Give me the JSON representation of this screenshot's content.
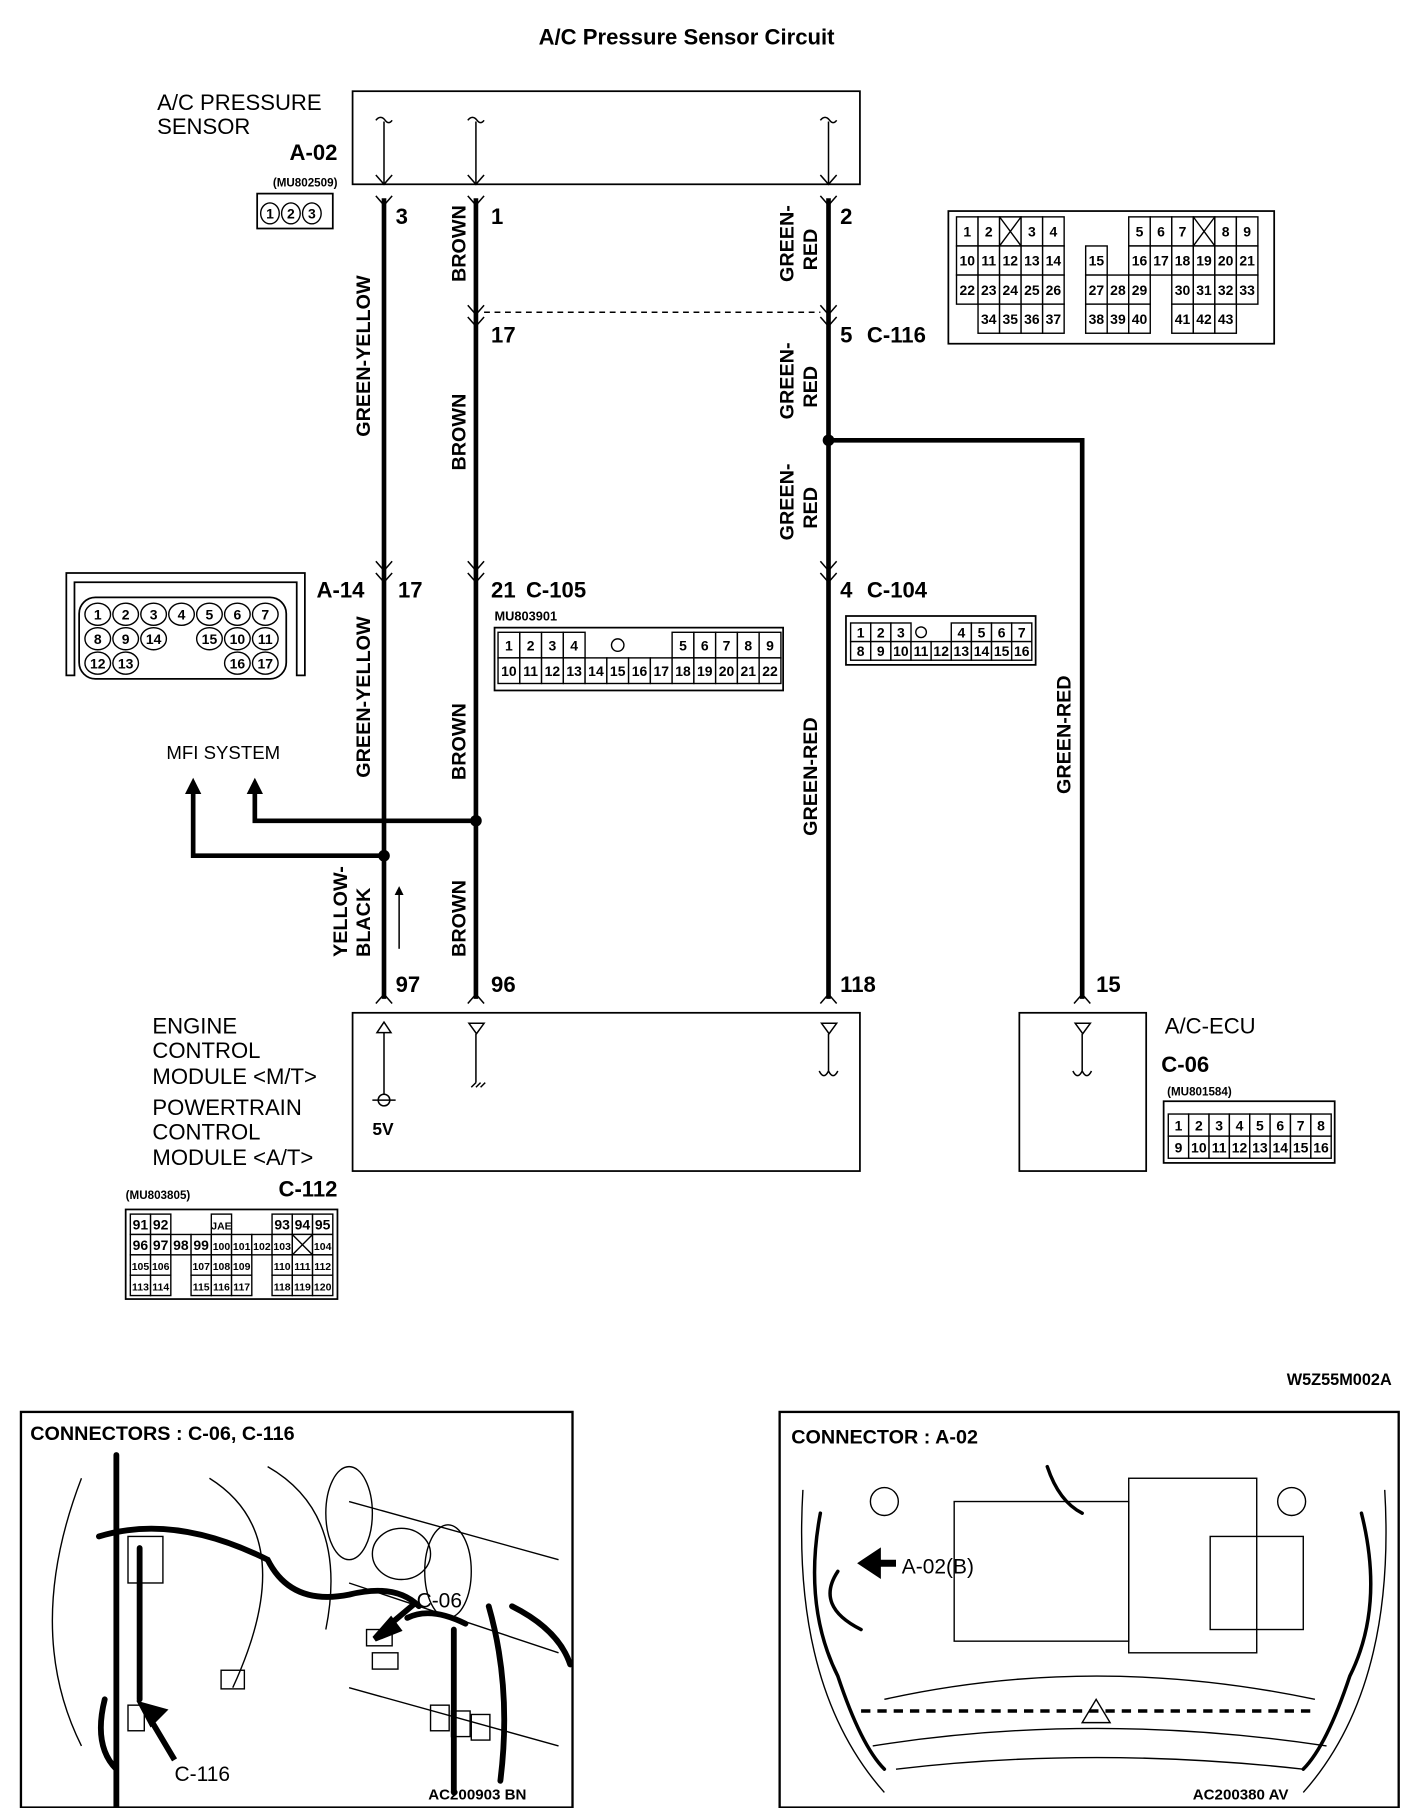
{
  "title": "A/C Pressure Sensor Circuit",
  "figure_id": "W5Z55M002A",
  "components": {
    "sensor": {
      "name_line1": "A/C PRESSURE",
      "name_line2": "SENSOR",
      "connector": "A-02",
      "part_no": "(MU802509)"
    },
    "ecm": {
      "line1": "ENGINE",
      "line2": "CONTROL",
      "line3": "MODULE <M/T>",
      "line4": "POWERTRAIN",
      "line5": "CONTROL",
      "line6": "MODULE <A/T>",
      "connector": "C-112",
      "part_no": "(MU803805)",
      "supply": "5V"
    },
    "acecu": {
      "name": "A/C-ECU",
      "connector": "C-06",
      "part_no": "(MU801584)"
    },
    "mfi": "MFI SYSTEM"
  },
  "pins": {
    "a02_3": "3",
    "a02_1": "1",
    "a02_2": "2",
    "c116_17": "17",
    "c116_5": "5",
    "c116_label": "C-116",
    "a14_label": "A-14",
    "a14_17": "17",
    "c105_21": "21",
    "c105_label": "C-105",
    "c105_part": "MU803901",
    "c104_4": "4",
    "c104_label": "C-104",
    "ecm_97": "97",
    "ecm_96": "96",
    "ecm_118": "118",
    "ecu_15": "15"
  },
  "wires": {
    "green_yellow": "GREEN-YELLOW",
    "brown": "BROWN",
    "green": "GREEN-",
    "red": "RED",
    "green_red": "GREEN-RED",
    "yellow": "YELLOW-",
    "black": "BLACK"
  },
  "connectors": {
    "a02": [
      [
        "1",
        "2",
        "3"
      ]
    ],
    "c116": [
      [
        "1",
        "2",
        "X",
        "3",
        "4",
        null,
        null,
        null,
        "5",
        "6",
        "7",
        "X",
        "8",
        "9"
      ],
      [
        "10",
        "11",
        "12",
        "13",
        "14",
        null,
        "15",
        null,
        "16",
        "17",
        "18",
        "19",
        "20",
        "21"
      ],
      [
        "22",
        "23",
        "24",
        "25",
        "26",
        null,
        "27",
        "28",
        "29",
        null,
        "30",
        "31",
        "32",
        "33"
      ],
      [
        null,
        "34",
        "35",
        "36",
        "37",
        null,
        "38",
        "39",
        "40",
        null,
        "41",
        "42",
        "43",
        null
      ]
    ],
    "a14": [
      [
        "1",
        "2",
        "3",
        "4",
        "5",
        "6",
        "7"
      ],
      [
        "8",
        "9",
        "14",
        null,
        "15",
        "10",
        "11"
      ],
      [
        "12",
        "13",
        null,
        null,
        null,
        "16",
        "17"
      ]
    ],
    "c105": [
      [
        "1",
        "2",
        "3",
        "4",
        null,
        "○",
        null,
        null,
        "5",
        "6",
        "7",
        "8",
        "9"
      ],
      [
        "10",
        "11",
        "12",
        "13",
        "14",
        "15",
        "16",
        "17",
        "18",
        "19",
        "20",
        "21",
        "22"
      ]
    ],
    "c104": [
      [
        "1",
        "2",
        "3",
        "○",
        null,
        "4",
        "5",
        "6",
        "7"
      ],
      [
        "8",
        "9",
        "10",
        "11",
        "12",
        "13",
        "14",
        "15",
        "16"
      ]
    ],
    "c06": [
      [
        "1",
        "2",
        "3",
        "4",
        "5",
        "6",
        "7",
        "8"
      ],
      [
        "9",
        "10",
        "11",
        "12",
        "13",
        "14",
        "15",
        "16"
      ]
    ],
    "c112": [
      [
        "91",
        "92",
        null,
        null,
        "JAE",
        null,
        null,
        "93",
        "94",
        "95"
      ],
      [
        "96",
        "97",
        "98",
        "99",
        "100",
        "101",
        "102",
        "103",
        "X",
        "104"
      ],
      [
        "105",
        "106",
        null,
        "107",
        "108",
        "109",
        null,
        "110",
        "111",
        "112"
      ],
      [
        "113",
        "114",
        null,
        "115",
        "116",
        "117",
        null,
        "118",
        "119",
        "120"
      ]
    ]
  },
  "locators": {
    "left": {
      "title": "CONNECTORS : C-06, C-116",
      "callout1": "C-06",
      "callout2": "C-116",
      "ref": "AC200903 BN"
    },
    "right": {
      "title": "CONNECTOR : A-02",
      "callout1": "A-02(B)",
      "ref": "AC200380 AV"
    }
  }
}
